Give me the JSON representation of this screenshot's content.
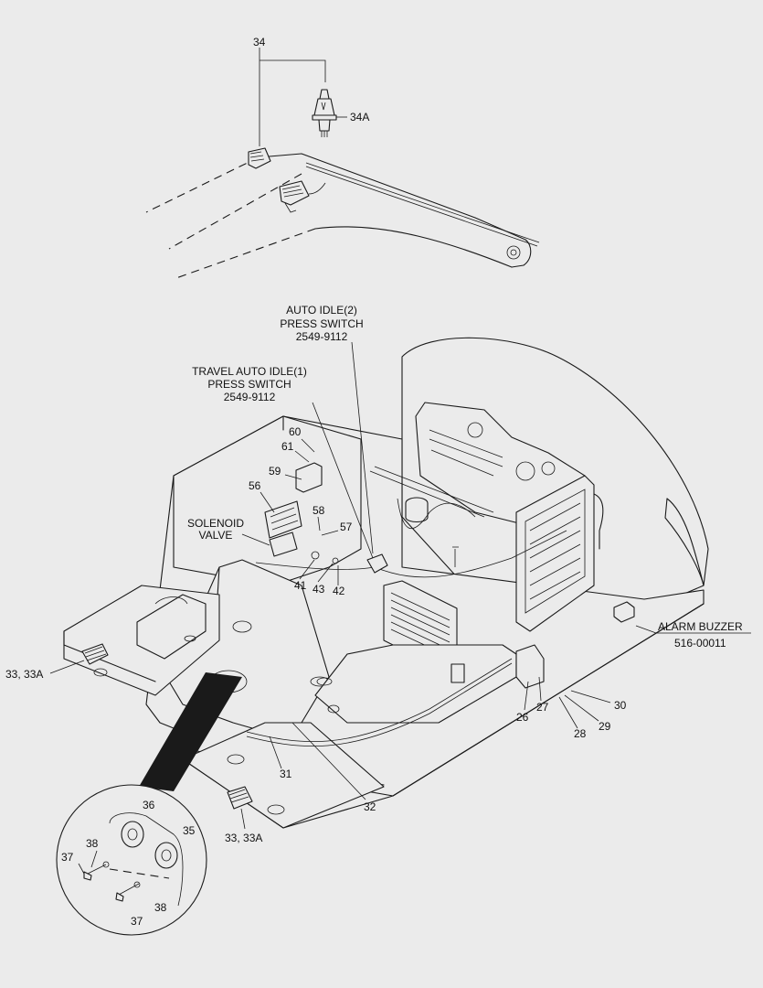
{
  "callouts": {
    "c34": "34",
    "c34a": "34A",
    "c60": "60",
    "c61": "61",
    "c59": "59",
    "c56": "56",
    "c58": "58",
    "c57": "57",
    "c41": "41",
    "c43": "43",
    "c42": "42",
    "c33a_left": "33, 33A",
    "c33a_right": "33, 33A",
    "c31": "31",
    "c32": "32",
    "c26": "26",
    "c27": "27",
    "c28": "28",
    "c29": "29",
    "c30": "30",
    "c36": "36",
    "c35": "35",
    "c38a": "38",
    "c37a": "37",
    "c38b": "38",
    "c37b": "37"
  },
  "labels": {
    "auto_idle": [
      "AUTO IDLE(2)",
      "PRESS SWITCH",
      "2549-9112"
    ],
    "travel_auto_idle": [
      "TRAVEL AUTO IDLE(1)",
      "PRESS SWITCH",
      "2549-9112"
    ],
    "solenoid": [
      "SOLENOID",
      "VALVE"
    ],
    "alarm_buzzer": "ALARM BUZZER",
    "alarm_buzzer_part": "516-00011"
  }
}
